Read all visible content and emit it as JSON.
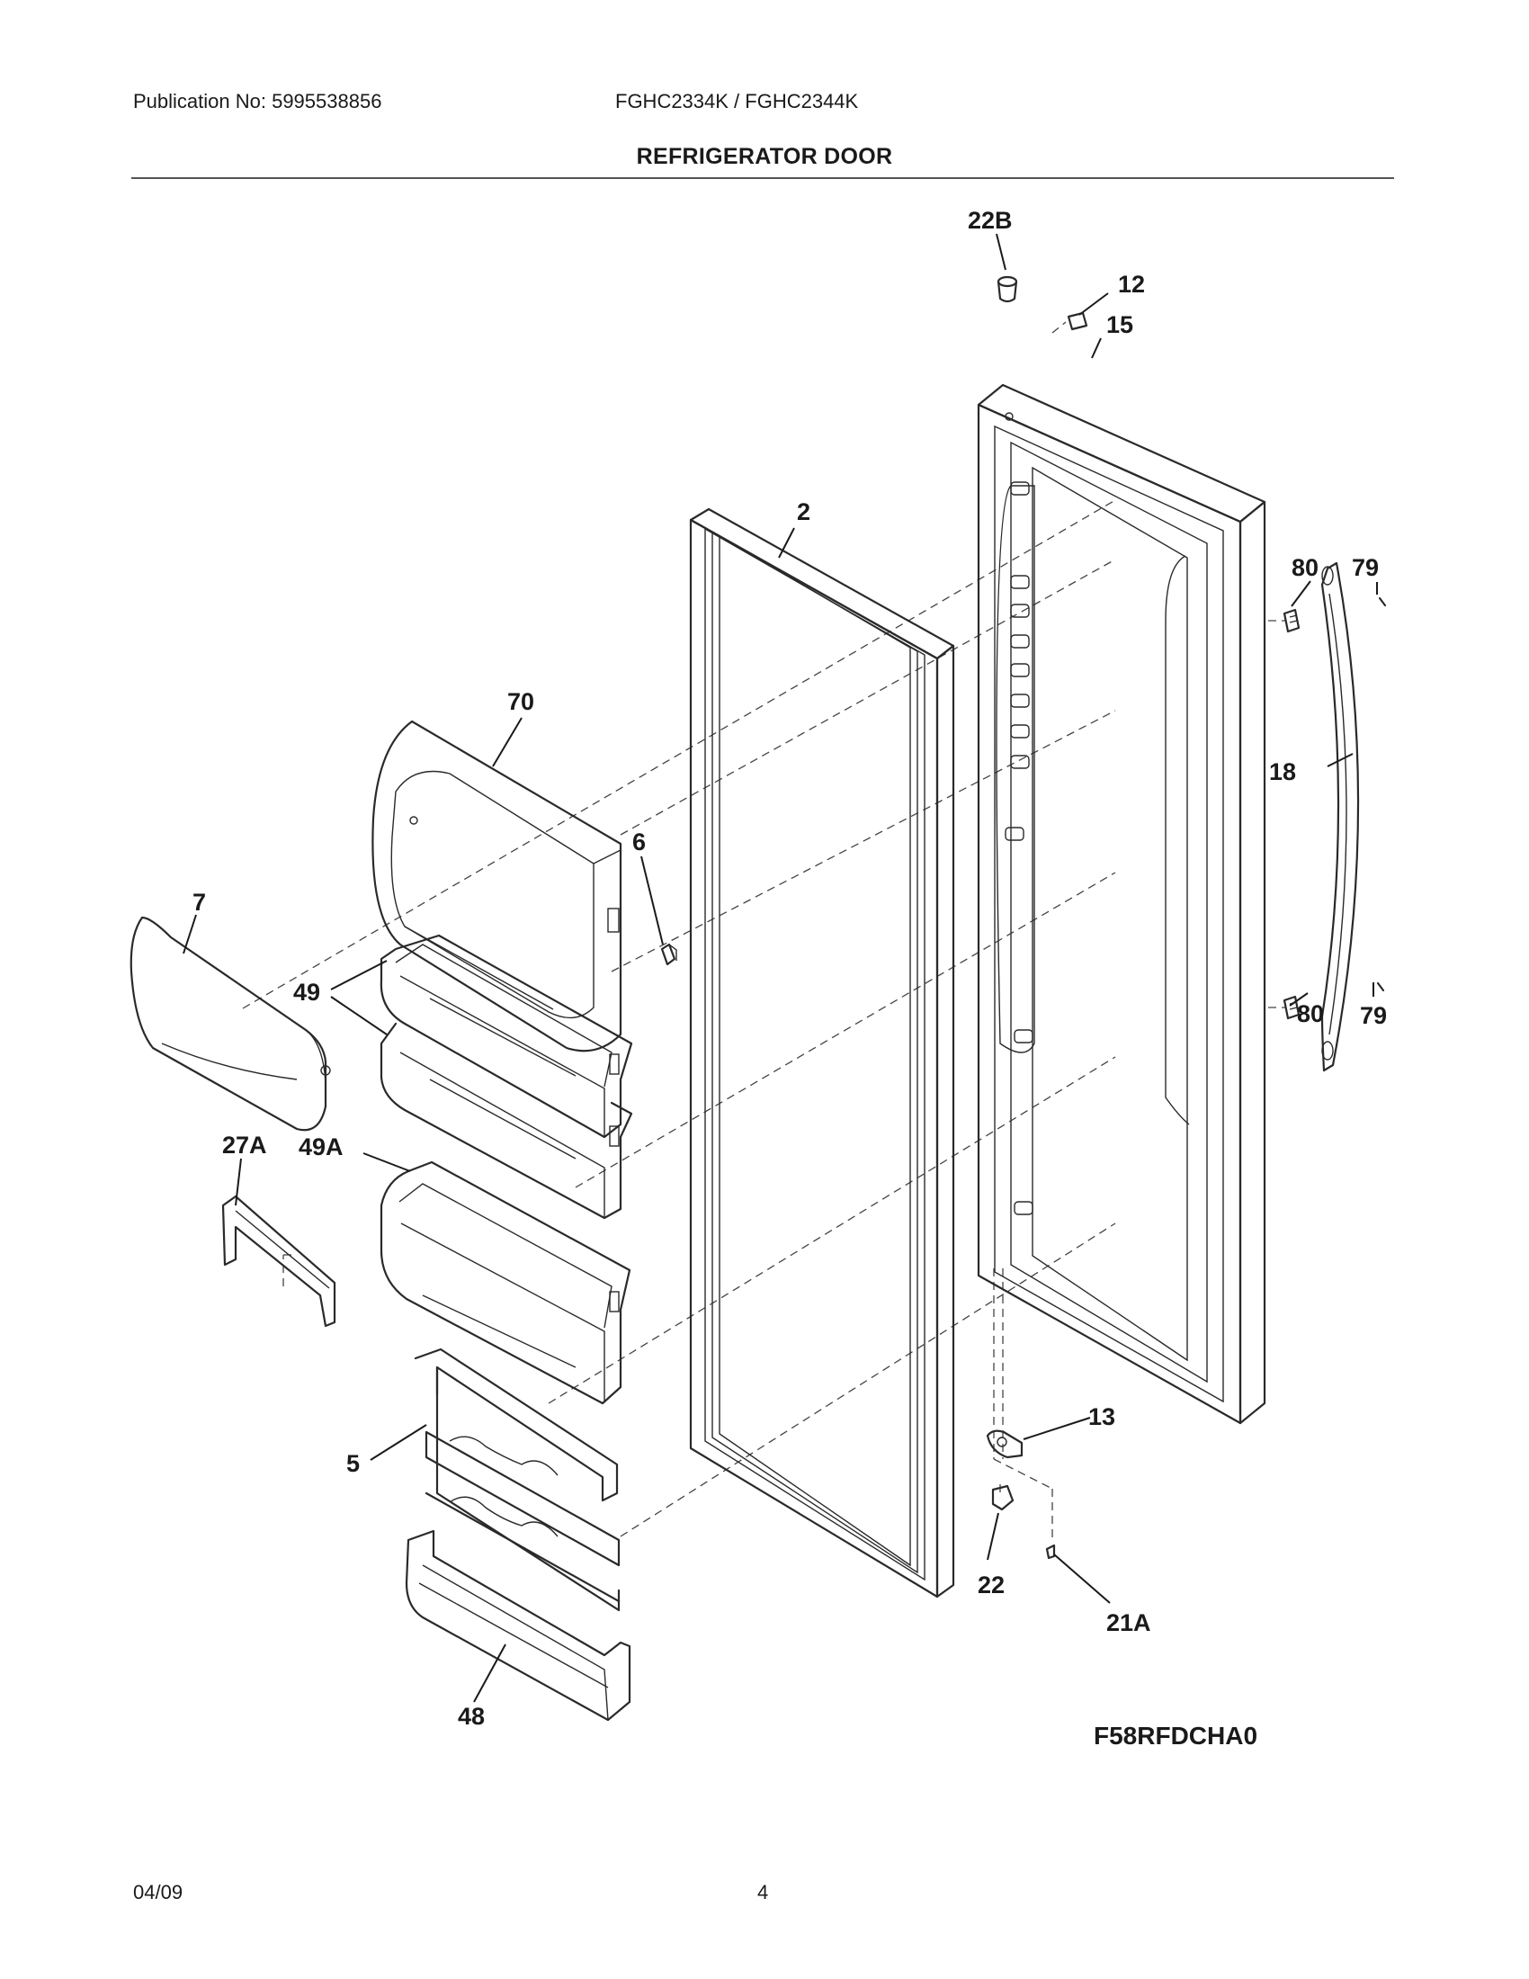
{
  "header": {
    "publication": "Publication No: 5995538856",
    "models": "FGHC2334K / FGHC2344K",
    "title": "REFRIGERATOR DOOR"
  },
  "callouts": {
    "c22B": "22B",
    "c12": "12",
    "c15": "15",
    "c2": "2",
    "c80a": "80",
    "c79a": "79",
    "c70": "70",
    "c18": "18",
    "c6": "6",
    "c7": "7",
    "c49": "49",
    "c80b": "80",
    "c79b": "79",
    "c27A": "27A",
    "c49A": "49A",
    "c13": "13",
    "c5": "5",
    "c22": "22",
    "c21A": "21A",
    "c48": "48"
  },
  "figure_code": "F58RFDCHA0",
  "footer": {
    "date": "04/09",
    "page": "4"
  }
}
